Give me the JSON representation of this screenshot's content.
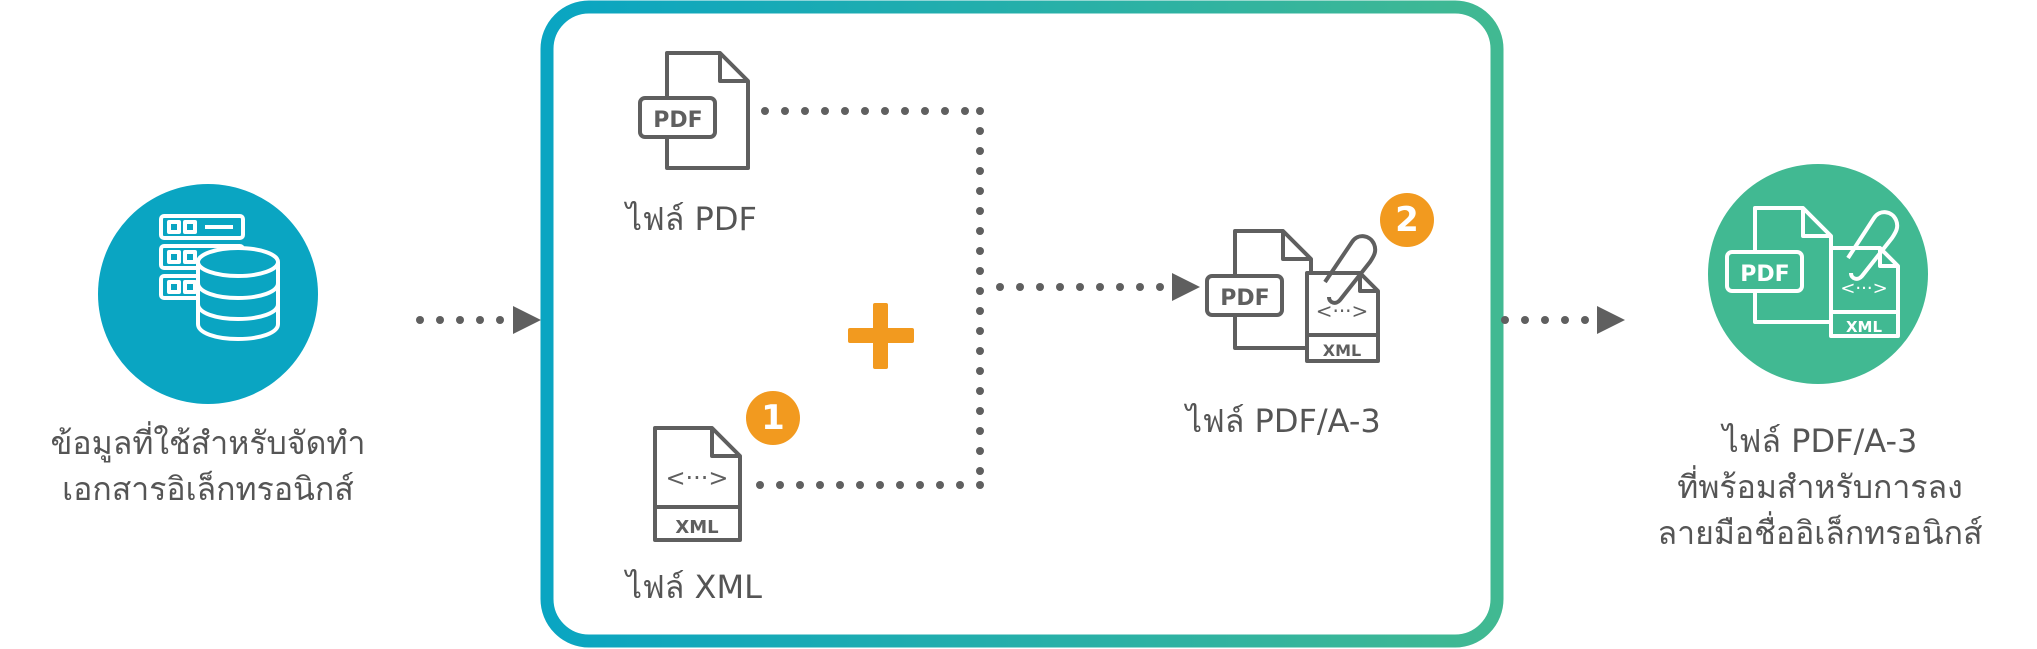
{
  "source": {
    "label_line1": "ข้อมูลที่ใช้สำหรับจัดทำ",
    "label_line2": "เอกสารอิเล็กทรอนิกส์",
    "icon": "database-server-icon"
  },
  "pdf_file": {
    "label": "ไฟล์ PDF",
    "icon_text": "PDF"
  },
  "xml_file": {
    "label": "ไฟล์ XML",
    "icon_text": "XML",
    "step": "1"
  },
  "combined": {
    "label": "ไฟล์ PDF/A-3",
    "pdf_text": "PDF",
    "xml_text": "XML",
    "step": "2"
  },
  "result": {
    "label_line1": "ไฟล์ PDF/A-3",
    "label_line2": "ที่พร้อมสำหรับการลง",
    "label_line3": "ลายมือชื่ออิเล็กทรอนิกส์",
    "pdf_text": "PDF",
    "xml_text": "XML"
  },
  "colors": {
    "teal": "#0aa5c2",
    "green": "#41b992",
    "orange": "#f29a1f",
    "gray": "#5f5f5f"
  }
}
